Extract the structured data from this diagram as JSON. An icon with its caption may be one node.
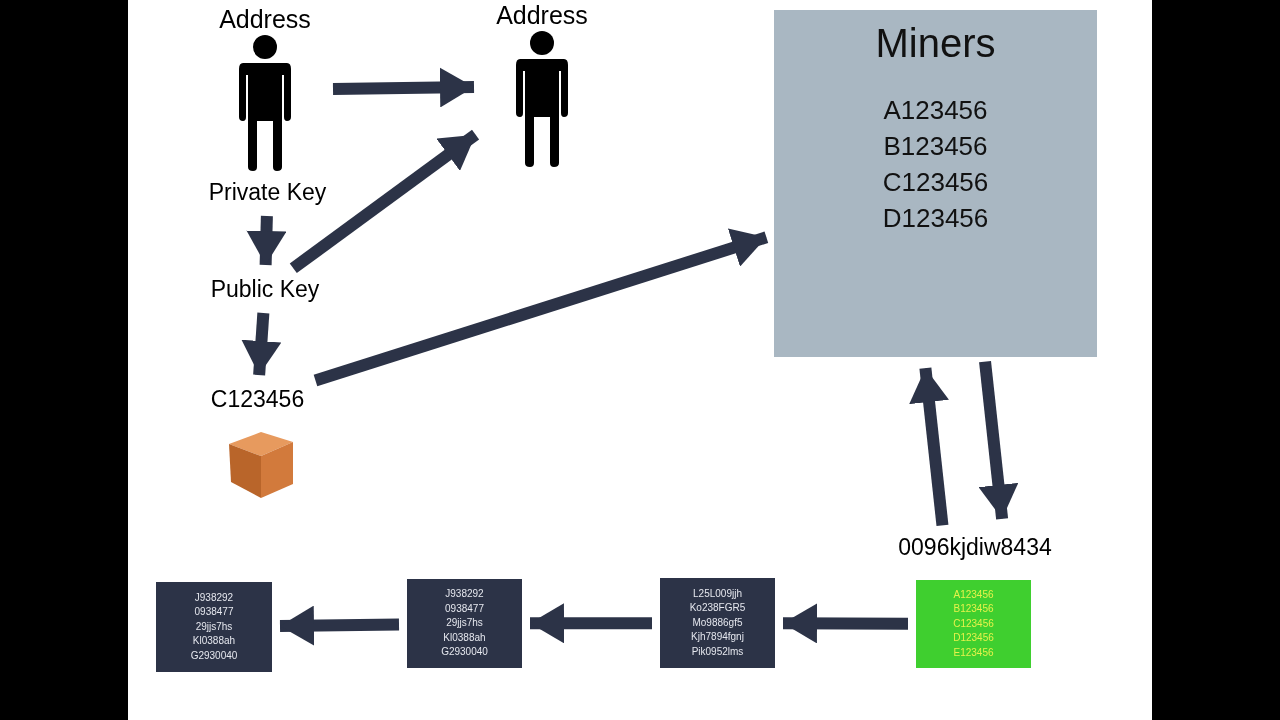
{
  "diagram": {
    "nodes": [
      {
        "text": [
          "Address"
        ]
      },
      {
        "text": [
          "Address"
        ]
      },
      {
        "text": [
          "Private Key"
        ]
      },
      {
        "text": [
          "Public Key"
        ]
      },
      {
        "text": [
          "C123456"
        ]
      },
      {
        "text": [
          "Miners",
          "A123456",
          "B123456",
          "C123456",
          "D123456"
        ]
      },
      {
        "text": [
          "0096kjdiw8434"
        ]
      },
      {
        "text": [
          "A123456",
          "B123456",
          "C123456",
          "D123456",
          "E123456"
        ]
      },
      {
        "text": [
          "L25L009jjh",
          "Ko238FGR5",
          "Mo9886gf5",
          "Kjh7894fgnj",
          "Pik0952lms"
        ]
      },
      {
        "text": [
          "J938292",
          "0938477",
          "29jjs7hs",
          "Kl0388ah",
          "G2930040"
        ]
      },
      {
        "text": [
          "J938292",
          "0938477",
          "29jjs7hs",
          "Kl0388ah",
          "G2930040"
        ]
      }
    ],
    "edges": [
      {
        "from": 0,
        "to": 1,
        "arrow": "to"
      },
      {
        "from": 2,
        "to": 3,
        "arrow": "to"
      },
      {
        "from": 3,
        "to": 1,
        "arrow": "to"
      },
      {
        "from": 3,
        "to": 4,
        "arrow": "to"
      },
      {
        "from": 4,
        "to": 5,
        "arrow": "to"
      },
      {
        "from": 6,
        "to": 5,
        "arrow": "to"
      },
      {
        "from": 5,
        "to": 6,
        "arrow": "to"
      },
      {
        "from": 7,
        "to": 8,
        "arrow": "to"
      },
      {
        "from": 8,
        "to": 9,
        "arrow": "to"
      },
      {
        "from": 9,
        "to": 10,
        "arrow": "to"
      }
    ]
  }
}
